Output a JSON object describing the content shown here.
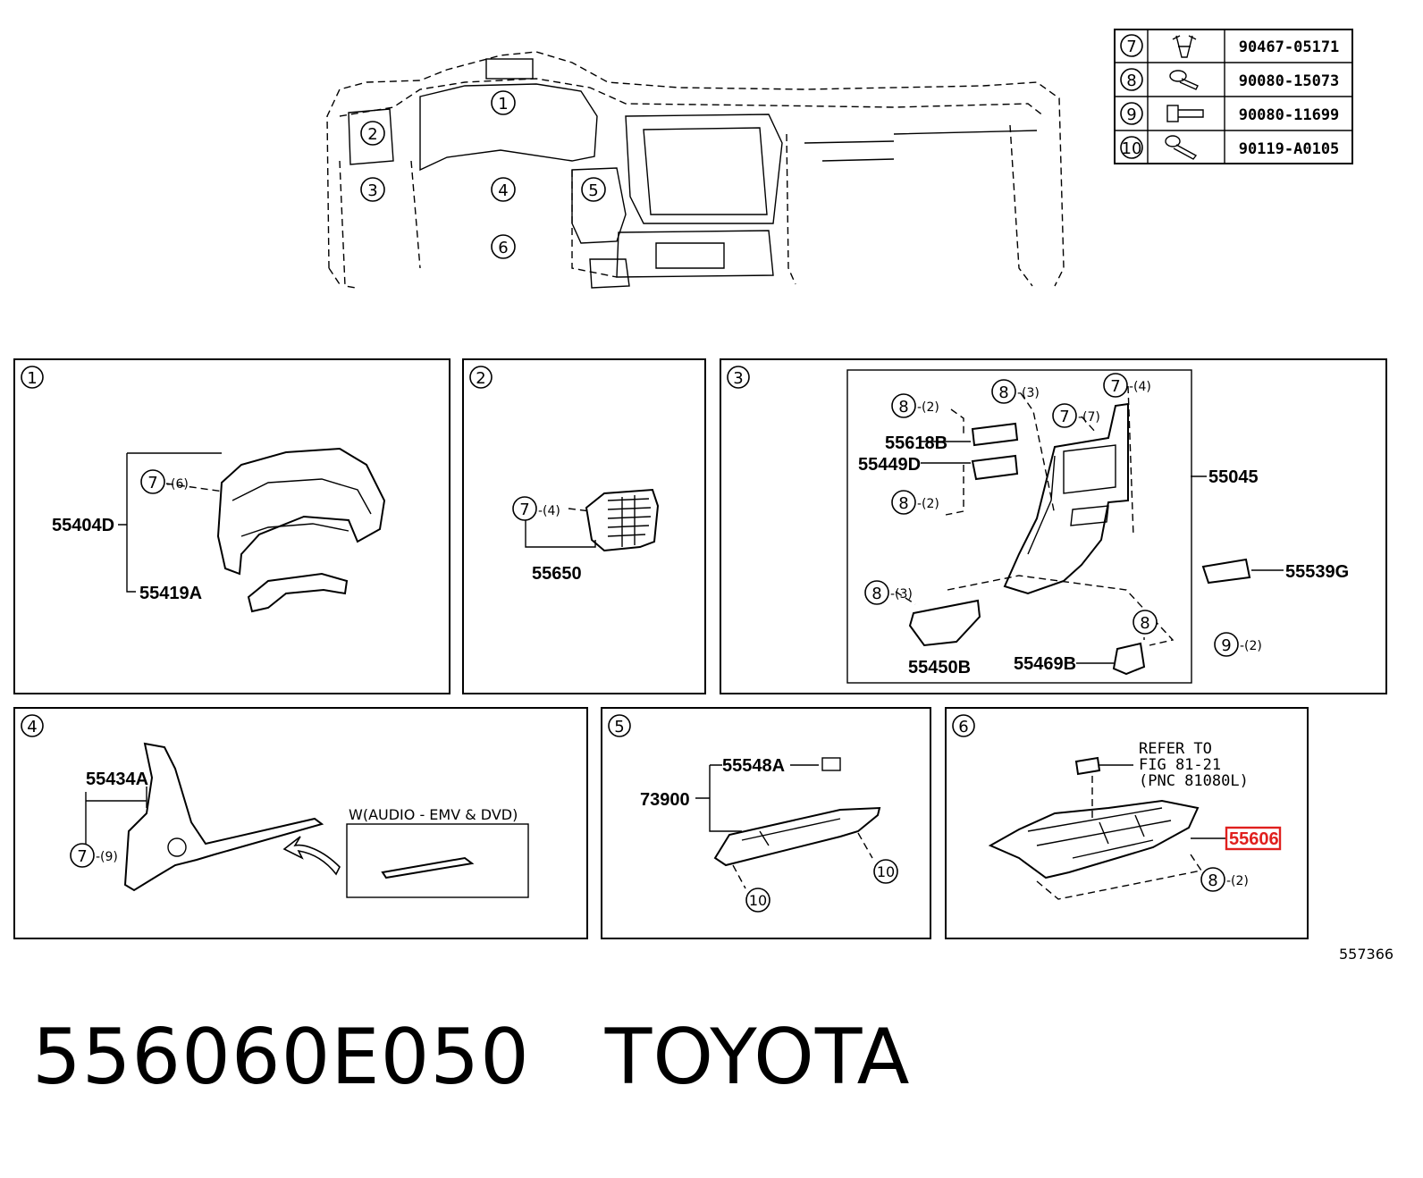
{
  "fastener_table": [
    {
      "ref": "7",
      "part": "90467-05171",
      "icon": "clip-icon"
    },
    {
      "ref": "8",
      "part": "90080-15073",
      "icon": "screw-washer-icon"
    },
    {
      "ref": "9",
      "part": "90080-11699",
      "icon": "bolt-icon"
    },
    {
      "ref": "10",
      "part": "90119-A0105",
      "icon": "screw-icon"
    }
  ],
  "overview_callouts": [
    "1",
    "2",
    "3",
    "4",
    "5",
    "6"
  ],
  "panels": {
    "p1": {
      "num": "1",
      "labels": {
        "a": "55404D",
        "b": "55419A"
      },
      "callout": "7",
      "qty": "-(6)"
    },
    "p2": {
      "num": "2",
      "labels": {
        "a": "55650"
      },
      "callout": "7",
      "qty": "-(4)"
    },
    "p3": {
      "num": "3",
      "labels": {
        "a": "55618B",
        "b": "55449D",
        "c": "55045",
        "d": "55539G",
        "e": "55450B",
        "f": "55469B"
      },
      "c8a": "8",
      "q8a": "-(2)",
      "c8b": "8",
      "q8b": "-(3)",
      "c7a": "7",
      "q7a": "-(4)",
      "c7b": "7",
      "q7b": "-(7)",
      "c8c": "8",
      "q8c": "-(2)",
      "c8d": "8",
      "q8d": "-(3)",
      "c8e": "8",
      "c9": "9",
      "q9": "-(2)"
    },
    "p4": {
      "num": "4",
      "labels": {
        "a": "55434A"
      },
      "callout": "7",
      "qty": "-(9)",
      "variant": "W(AUDIO - EMV & DVD)"
    },
    "p5": {
      "num": "5",
      "labels": {
        "a": "55548A",
        "b": "73900"
      },
      "c10a": "10",
      "c10b": "10"
    },
    "p6": {
      "num": "6",
      "refer": [
        "REFER TO",
        "FIG 81-21",
        "(PNC 81080L)"
      ],
      "labels": {
        "a": "55606"
      },
      "callout": "8",
      "qty": "-(2)"
    }
  },
  "figure_id": "557366",
  "footer": {
    "part_number": "556060E050",
    "brand": "TOYOTA"
  },
  "highlight_color": "#e0201e"
}
